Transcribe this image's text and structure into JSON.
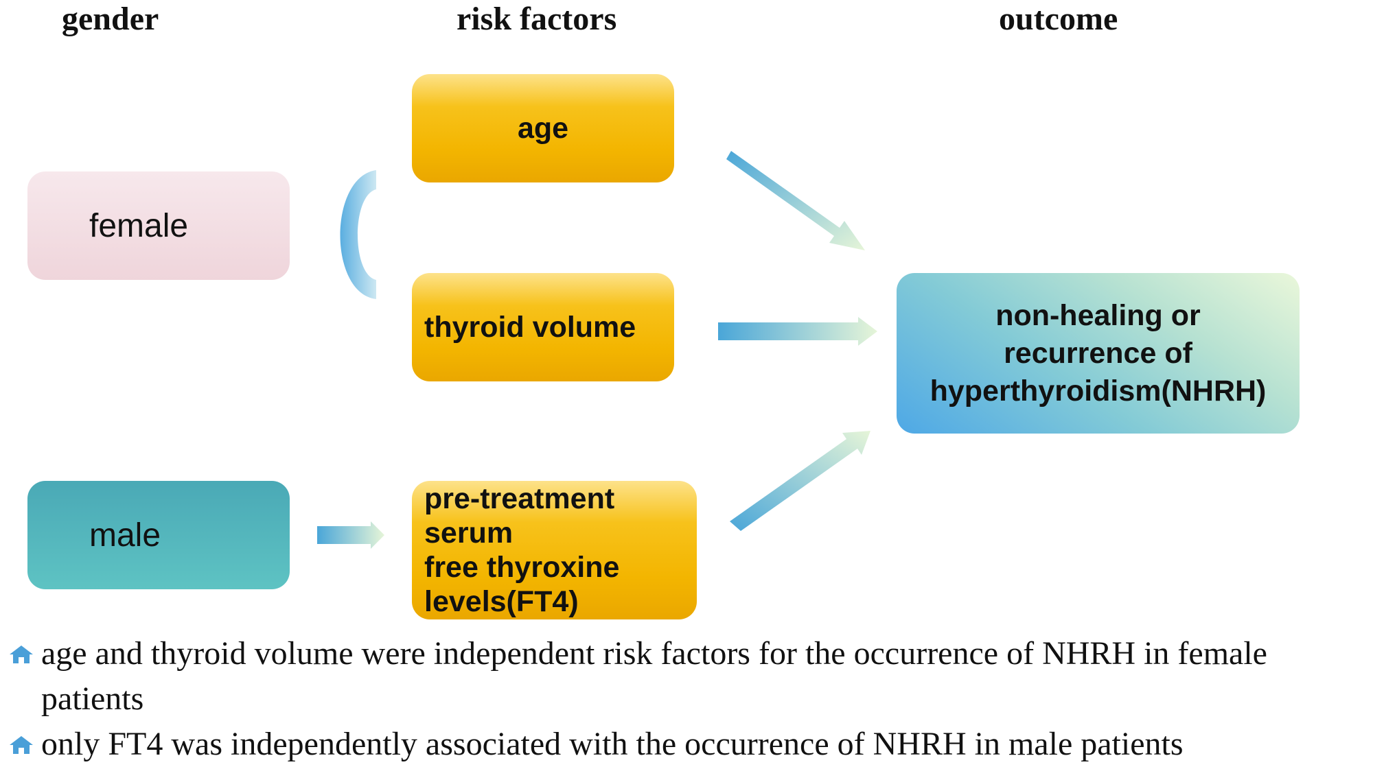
{
  "headers": {
    "gender": "gender",
    "risk_factors": "risk factors",
    "outcome": "outcome"
  },
  "gender": {
    "female": "female",
    "male": "male"
  },
  "risk_factors": {
    "age": "age",
    "thyroid_volume": "thyroid volume",
    "ft4_line1": "pre-treatment serum",
    "ft4_line2": "free thyroxine",
    "ft4_line3": "levels(FT4)"
  },
  "outcome": {
    "line1": "non-healing or",
    "line2": "recurrence of",
    "line3": "hyperthyroidism(NHRH)"
  },
  "notes": [
    "age and thyroid volume were independent risk factors for the occurrence of NHRH in female patients",
    "only FT4 was independently associated with the occurrence of NHRH in male patients"
  ],
  "colors": {
    "arrow_start": "#4aa6d8",
    "arrow_end": "#e6f5d8",
    "bracket": "#7fc1e6",
    "bullet_icon": "#4a9fd8"
  }
}
